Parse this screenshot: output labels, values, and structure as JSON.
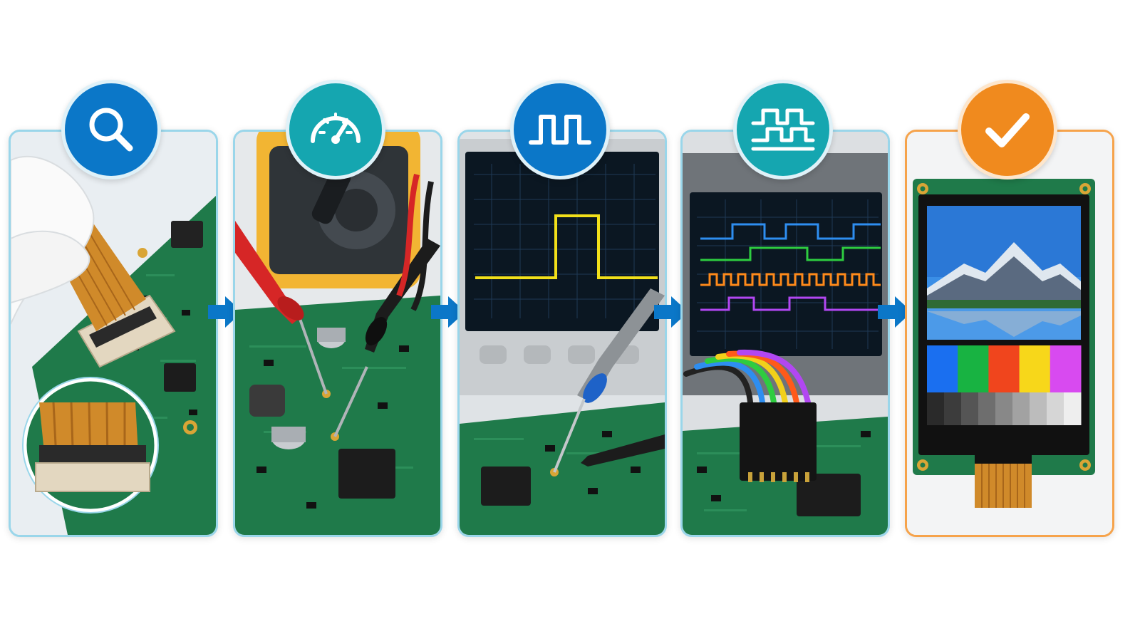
{
  "colors": {
    "badge_blue": "#0b77c8",
    "badge_teal": "#15a6b0",
    "badge_orange": "#f08a1e",
    "card_border": "#9ad6ea",
    "card_border_final": "#f6a34b",
    "arrow": "#0b77c8",
    "pcb_green": "#1f7a4a",
    "scope_screen": "#0b1722",
    "trace_yellow": "#f2e01a",
    "trace_blue": "#2e8ef0",
    "trace_green": "#2ecc40",
    "trace_orange": "#ff8a1a",
    "trace_purple": "#b247f2"
  },
  "steps": [
    {
      "name": "inspect",
      "icon": "magnifier-icon",
      "badge": "blue",
      "scene": "ribbon-cable-connector-on-pcb"
    },
    {
      "name": "measure",
      "icon": "gauge-icon",
      "badge": "teal",
      "scene": "multimeter-probes-on-pcb"
    },
    {
      "name": "signal",
      "icon": "square-wave-icon",
      "badge": "blue",
      "scene": "oscilloscope-pulse"
    },
    {
      "name": "logic",
      "icon": "dual-waveform-icon",
      "badge": "teal",
      "scene": "logic-analyzer-traces"
    },
    {
      "name": "verified",
      "icon": "checkmark-icon",
      "badge": "orange",
      "scene": "working-tft-display"
    }
  ],
  "display_test_colors": [
    "#1a6ff0",
    "#18b342",
    "#f0451d",
    "#f7d71a",
    "#d84af0"
  ],
  "display_grayscale": [
    "#2a2a2a",
    "#3c3c3c",
    "#555555",
    "#6e6e6e",
    "#888888",
    "#a2a2a2",
    "#bcbcbc",
    "#d6d6d6",
    "#eeeeee"
  ]
}
